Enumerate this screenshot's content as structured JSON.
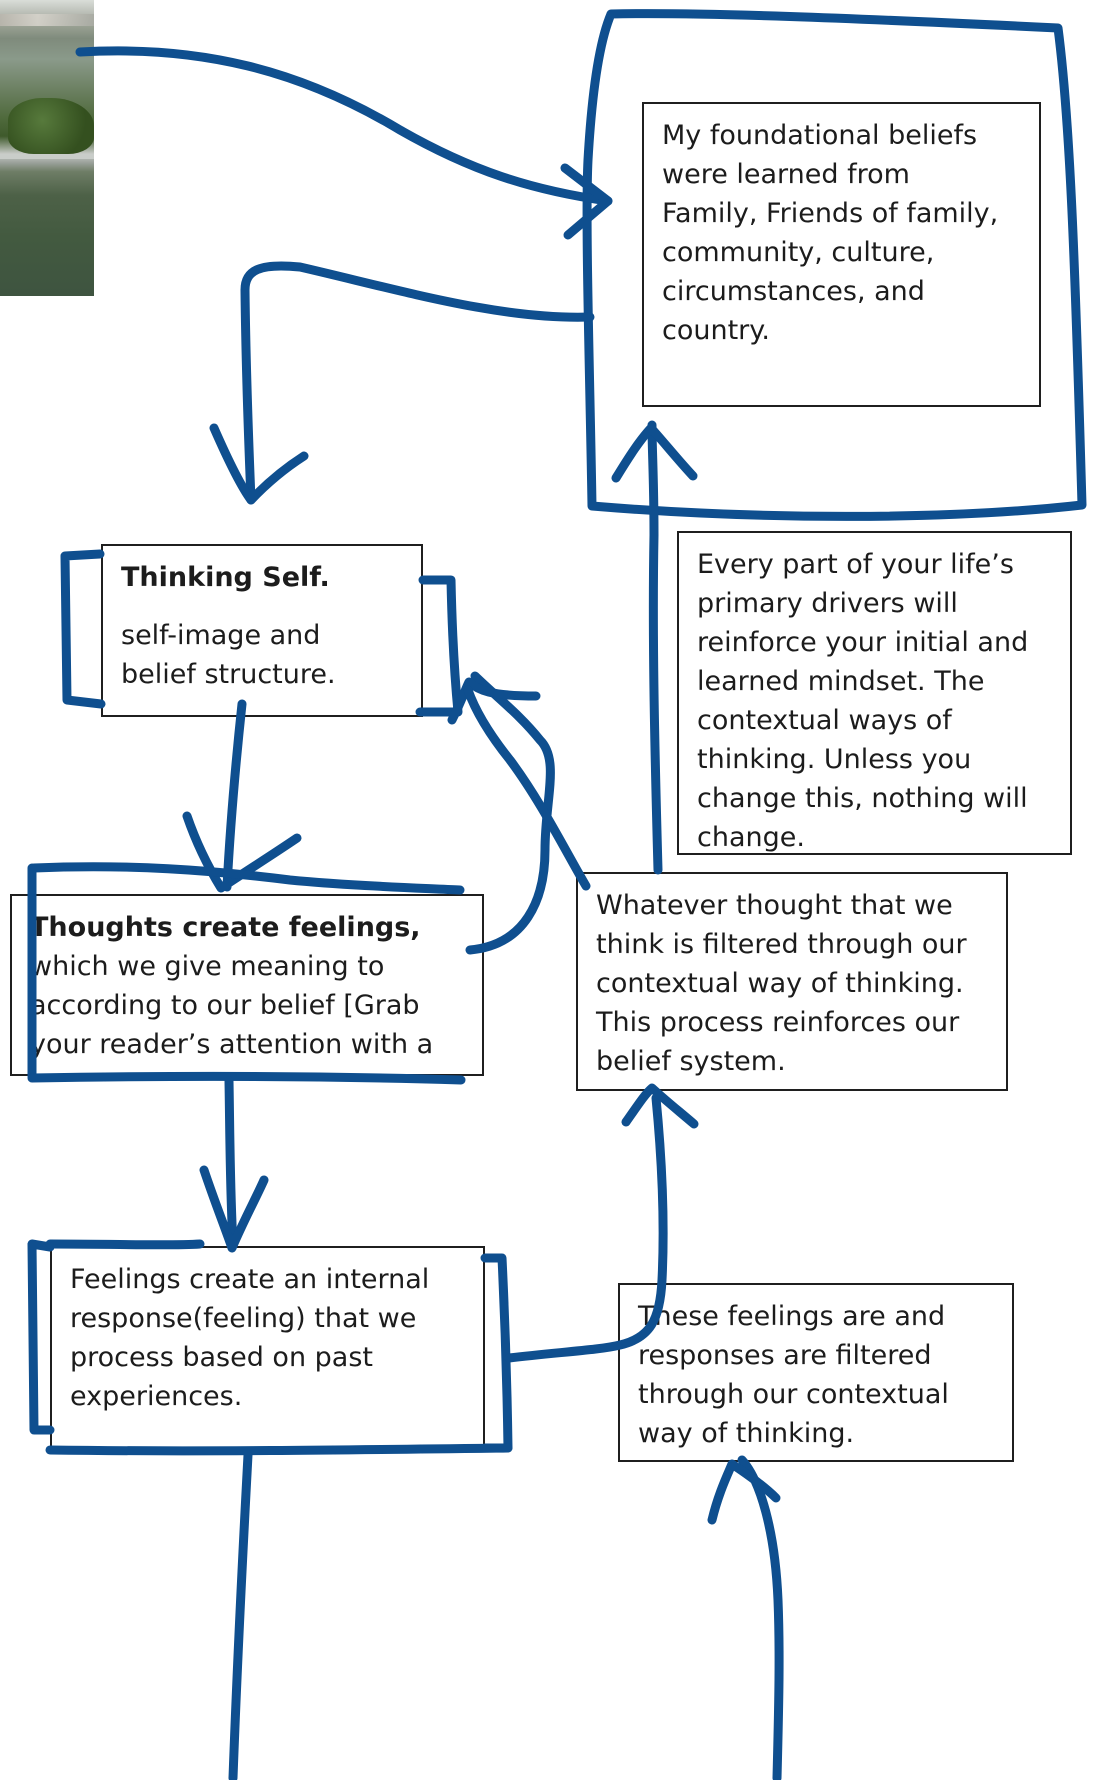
{
  "ink_color": "#0f4f8f",
  "boxes": {
    "foundational": {
      "text": "My foundational beliefs\nwere learned from\nFamily, Friends of family,\ncommunity, culture,\ncircumstances, and\ncountry."
    },
    "every_part": {
      "text": "Every part of your life’s\nprimary drivers will\nreinforce your initial and\nlearned mindset. The\ncontextual ways of\nthinking. Unless you\nchange this, nothing will\nchange."
    },
    "thinking_self": {
      "title": "Thinking Self.",
      "text": "self-image and\nbelief structure."
    },
    "whatever": {
      "text": "Whatever thought that we\nthink is filtered through our\ncontextual way of thinking.\nThis process reinforces our\nbelief system."
    },
    "thoughts": {
      "title": "Thoughts create feelings,",
      "text": "which we give meaning to\naccording to our belief [Grab\nyour reader’s attention with a"
    },
    "feelings": {
      "text": "Feelings create an internal\nresponse(feeling) that we\nprocess based on past\nexperiences."
    },
    "these": {
      "text": "These feelings are and\nresponses are filtered\nthrough our contextual\nway of thinking."
    }
  }
}
